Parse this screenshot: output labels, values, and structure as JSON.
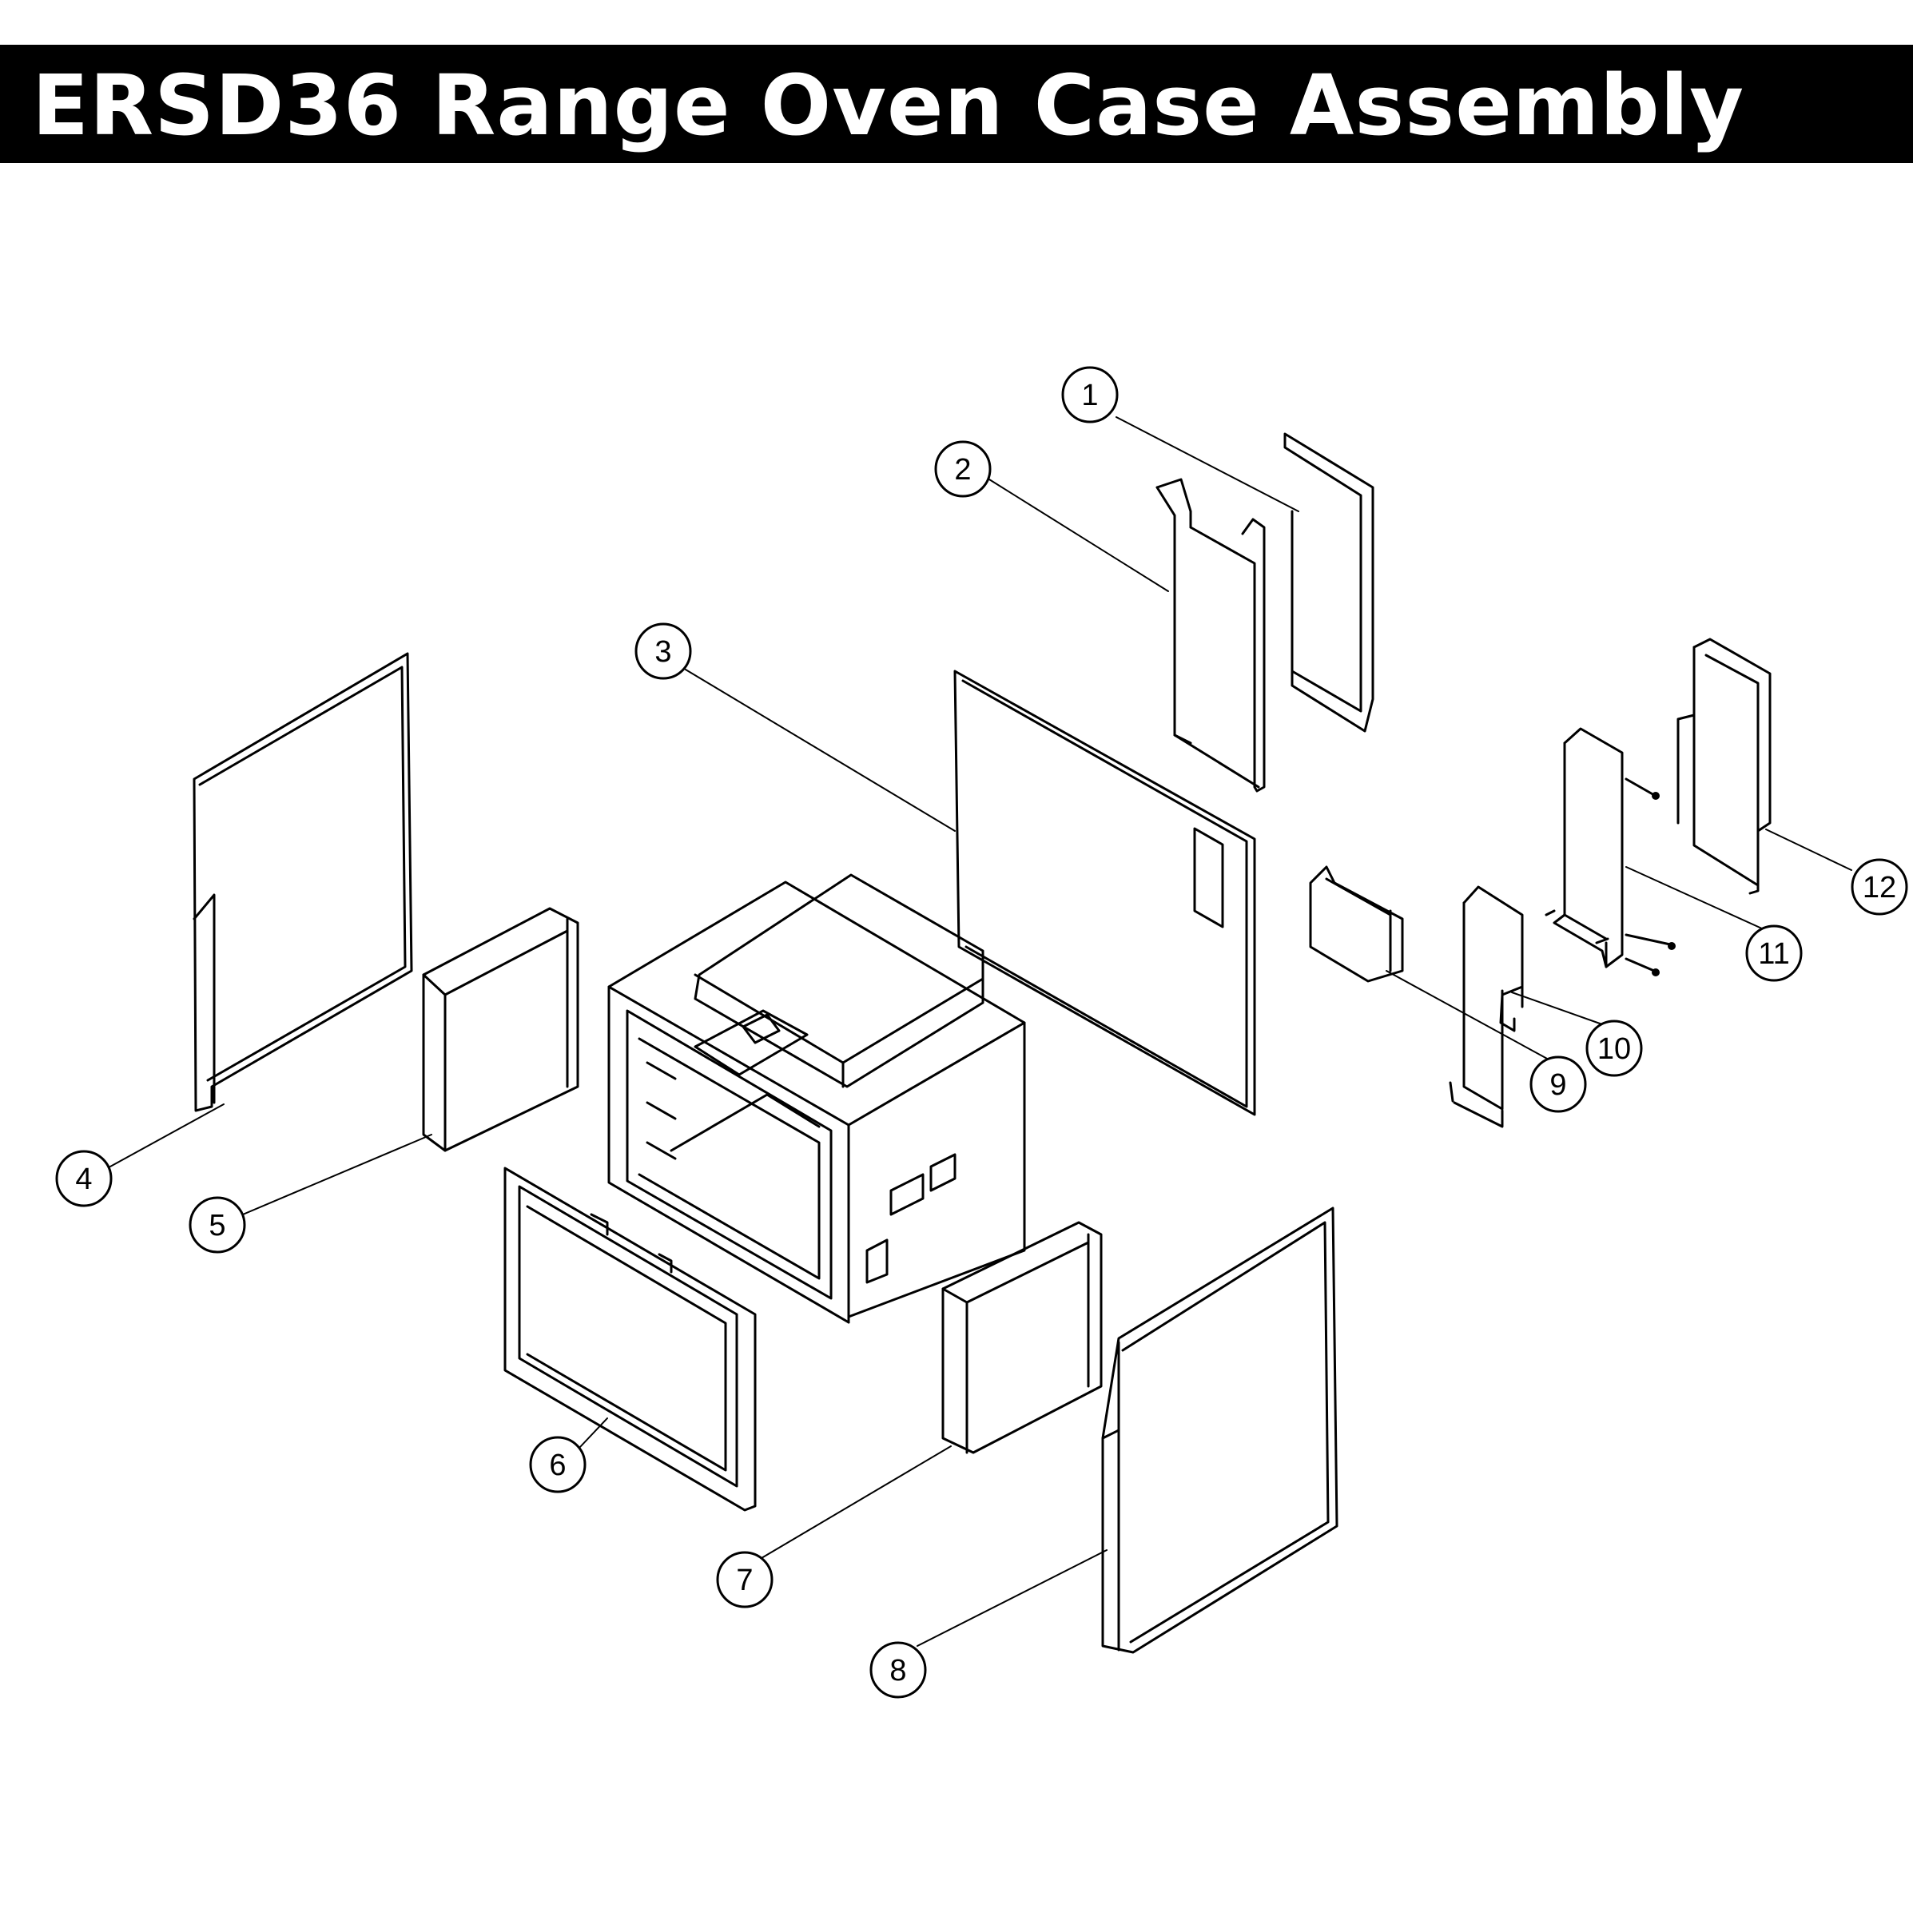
{
  "title": "ERSD36 Range Oven Case Assembly",
  "callouts": [
    {
      "label": "1"
    },
    {
      "label": "2"
    },
    {
      "label": "3"
    },
    {
      "label": "4"
    },
    {
      "label": "5"
    },
    {
      "label": "6"
    },
    {
      "label": "7"
    },
    {
      "label": "8"
    },
    {
      "label": "9"
    },
    {
      "label": "10"
    },
    {
      "label": "11"
    },
    {
      "label": "12"
    }
  ],
  "colors": {
    "title_bar": "#000000",
    "title_text": "#ffffff",
    "line": "#000000"
  }
}
